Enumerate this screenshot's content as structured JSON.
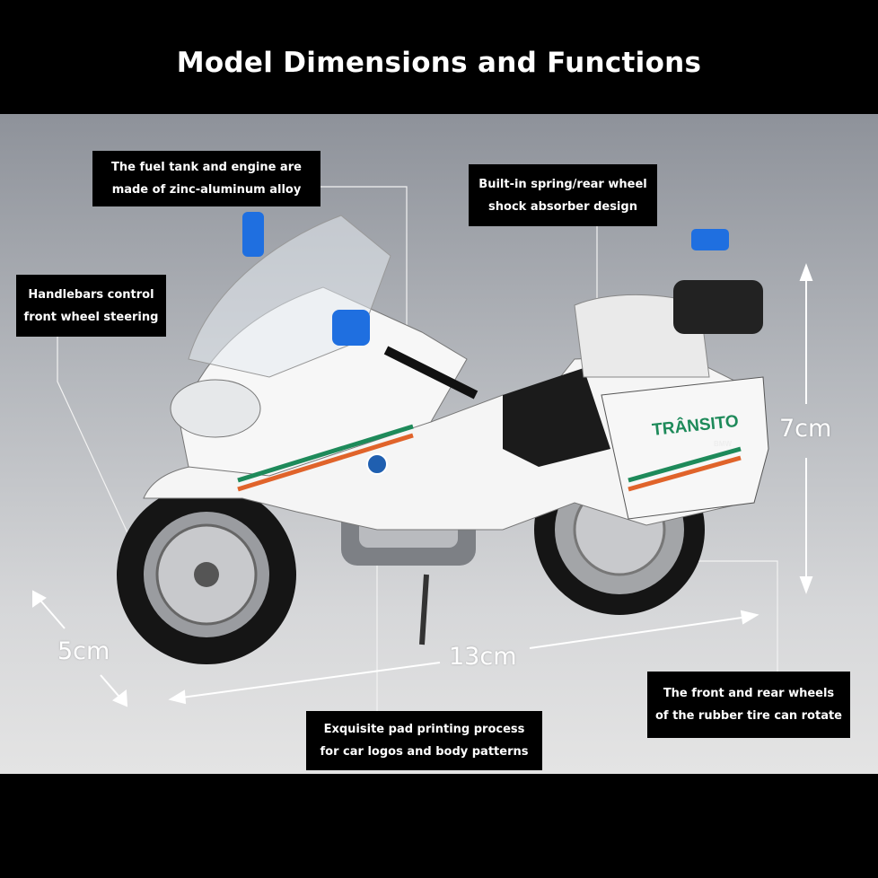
{
  "title": "Model Dimensions and Functions",
  "callouts": {
    "fuel_tank": [
      "The fuel tank and engine are",
      "made of zinc-aluminum alloy"
    ],
    "shock": [
      "Built-in spring/rear wheel",
      "shock absorber design"
    ],
    "handlebars": [
      "Handlebars control",
      "front wheel steering"
    ],
    "wheels": [
      "The front and rear wheels",
      "of the rubber tire can rotate"
    ],
    "printing": [
      "Exquisite pad printing process",
      "for car logos and body patterns"
    ]
  },
  "dimensions": {
    "height": "7cm",
    "length": "13cm",
    "width": "5cm"
  },
  "bike": {
    "livery_text": "TRÂNSITO",
    "brand_text": "BMW"
  },
  "colors": {
    "livery_green": "#1e8a5a",
    "livery_orange": "#e0632a",
    "light_blue": "#1f6fe0"
  }
}
